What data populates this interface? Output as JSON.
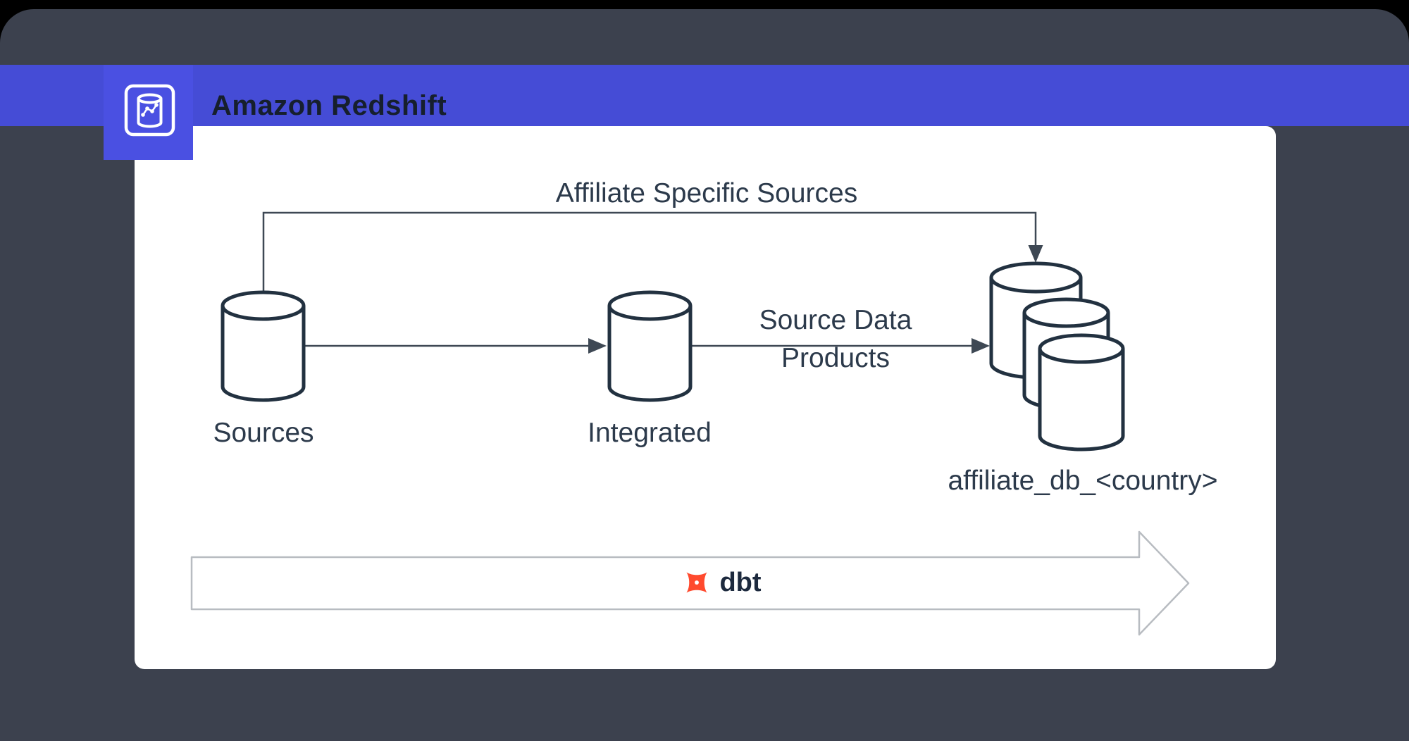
{
  "colors": {
    "background": "#000000",
    "surface": "#3c414e",
    "header_band_blue": "#454cd6",
    "badge_blue": "#4a50e2",
    "card_background": "#ffffff",
    "diagram_ink": "#223140",
    "connector": "#3e4854",
    "pipeline_arrow_outline": "#b8bcc1",
    "dbt_orange": "#ff4a2e"
  },
  "header": {
    "title": "Amazon Redshift",
    "icon": "redshift-icon"
  },
  "diagram": {
    "top_flow_label": "Affiliate Specific Sources",
    "nodes": {
      "sources": {
        "label": "Sources"
      },
      "integrated": {
        "label": "Integrated"
      },
      "affiliate_db": {
        "label": "affiliate_db_<country>"
      }
    },
    "edges": {
      "source_data_products_label": "Source Data\nProducts"
    },
    "pipeline": {
      "tool": "dbt",
      "icon": "dbt-logo-icon"
    }
  }
}
